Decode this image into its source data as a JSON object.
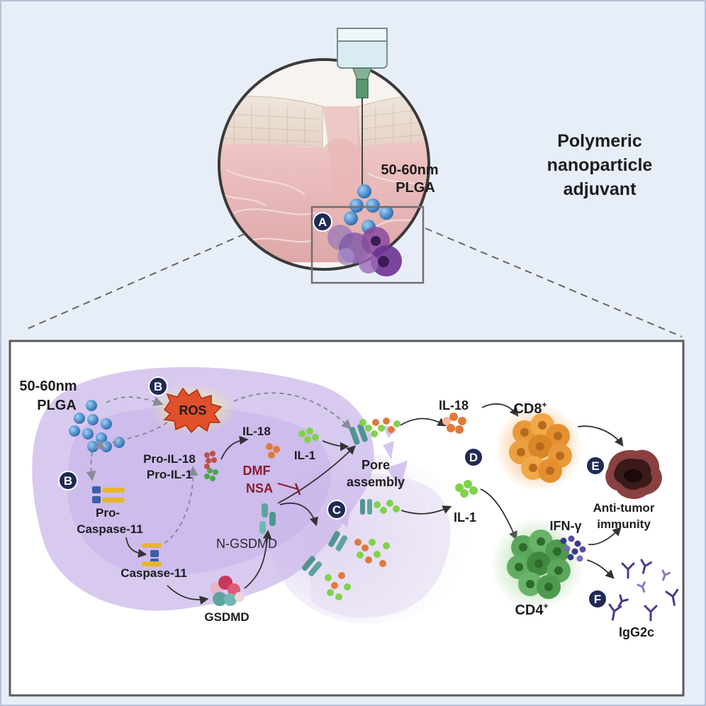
{
  "title_lines": [
    "Polymeric",
    "nanoparticle",
    "adjuvant"
  ],
  "injection_label": [
    "50-60nm",
    "PLGA"
  ],
  "plga_label": [
    "50-60nm",
    "PLGA"
  ],
  "badges": {
    "a": "A",
    "b1": "B",
    "b2": "B",
    "c": "C",
    "d": "D",
    "e": "E",
    "f": "F"
  },
  "labels": {
    "ros": "ROS",
    "pro_il18": "Pro-IL-18",
    "pro_il1": "Pro-IL-1",
    "il18_inside": "IL-18",
    "il1_inside": "IL-1",
    "dmf": "DMF",
    "nsa": "NSA",
    "pore_assembly": [
      "Pore",
      "assembly"
    ],
    "pro_caspase": [
      "Pro-",
      "Caspase-11"
    ],
    "caspase": "Caspase-11",
    "n_gsdmd": "N-GSDMD",
    "gsdmd": "GSDMD",
    "il18_out": "IL-18",
    "il1_out": "IL-1",
    "cd8": "CD8",
    "cd8_sup": "+",
    "cd4": "CD4",
    "cd4_sup": "+",
    "ifng": "IFN-γ",
    "antitumor": [
      "Anti-tumor",
      "immunity"
    ],
    "igg": "IgG2c"
  },
  "colors": {
    "background": "#e8eef8",
    "cell": "#c7b6e6",
    "badge": "#1f2a55",
    "plga": "#3a86c8",
    "ros": "#e0502a",
    "il18": "#e07a3a",
    "il1": "#7fd34a",
    "cd8": "#e89a3a",
    "cd4": "#5aa65a",
    "tumor": "#6b2a2a",
    "antibody": "#4a3a8c",
    "inhibitor": "#8b1c2a"
  }
}
